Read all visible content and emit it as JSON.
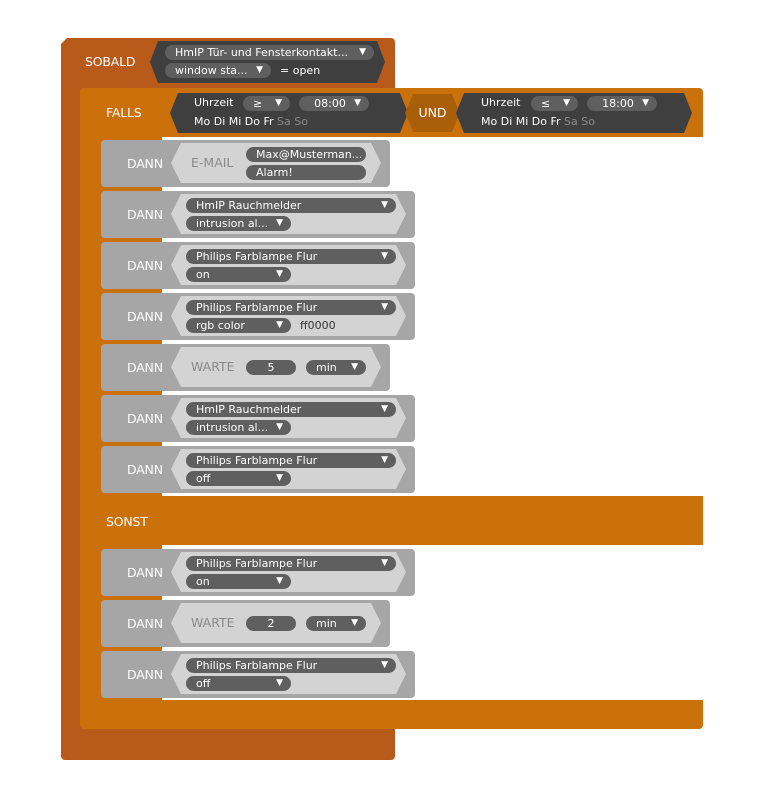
{
  "sobald": {
    "label": "SOBALD",
    "device": "HmIP Tür- und Fensterkontakt...",
    "state": "window sta...",
    "condition": "= open"
  },
  "falls": {
    "label": "FALLS",
    "conditions": [
      {
        "label": "Uhrzeit",
        "operator": "≥",
        "time": "08:00",
        "days_active": "Mo Di Mi Do Fr",
        "days_inactive": "Sa So"
      },
      {
        "label": "Uhrzeit",
        "operator": "≤",
        "time": "18:00",
        "days_active": "Mo Di Mi Do Fr",
        "days_inactive": "Sa So"
      }
    ],
    "joiner": "UND"
  },
  "dann_label": "DANN",
  "then_actions": [
    {
      "type": "email",
      "label": "E-MAIL",
      "to": "Max@Musterman...",
      "subject": "Alarm!"
    },
    {
      "type": "device",
      "device": "HmIP Rauchmelder",
      "property": "intrusion al..."
    },
    {
      "type": "device",
      "device": "Philips Farblampe Flur",
      "property": "on"
    },
    {
      "type": "device",
      "device": "Philips Farblampe Flur",
      "property": "rgb color",
      "value": "ff0000"
    },
    {
      "type": "wait",
      "label": "WARTE",
      "amount": "5",
      "unit": "min"
    },
    {
      "type": "device",
      "device": "HmIP Rauchmelder",
      "property": "intrusion al..."
    },
    {
      "type": "device",
      "device": "Philips Farblampe Flur",
      "property": "off"
    }
  ],
  "sonst": {
    "label": "SONST"
  },
  "else_actions": [
    {
      "type": "device",
      "device": "Philips Farblampe Flur",
      "property": "on"
    },
    {
      "type": "wait",
      "label": "WARTE",
      "amount": "2",
      "unit": "min"
    },
    {
      "type": "device",
      "device": "Philips Farblampe Flur",
      "property": "off"
    }
  ],
  "icons": {
    "dropdown": "▼"
  },
  "colors": {
    "sobald": "#b85a19",
    "falls": "#cb710c",
    "dann": "#a6a6a6",
    "field_dark": "#3f3f3f",
    "pill": "#5f5f5f"
  }
}
